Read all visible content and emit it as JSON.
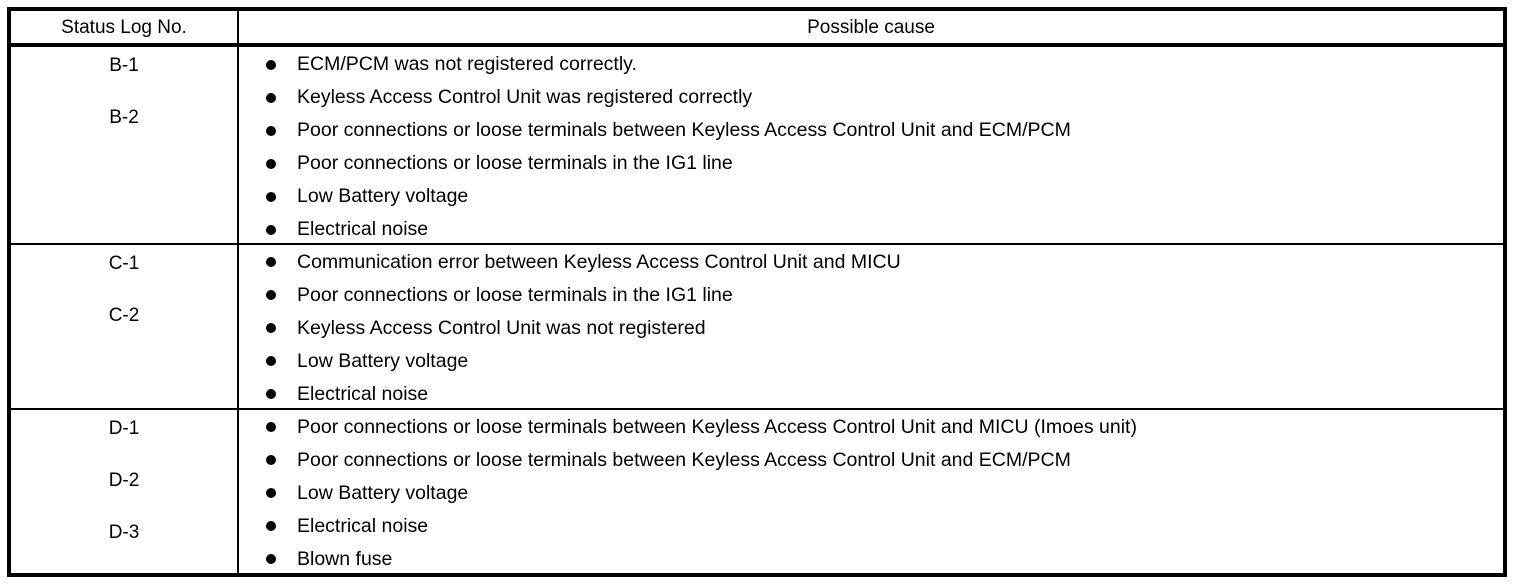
{
  "colors": {
    "border": "#000000",
    "text": "#000000",
    "background": "#ffffff"
  },
  "table": {
    "headers": {
      "status": "Status Log No.",
      "cause": "Possible cause"
    },
    "rows": [
      {
        "codes": [
          "B-1",
          "B-2"
        ],
        "causes": [
          "ECM/PCM was not registered correctly.",
          "Keyless Access Control Unit was registered correctly",
          "Poor connections or loose terminals between Keyless Access Control Unit and ECM/PCM",
          "Poor connections or loose terminals in the IG1 line",
          "Low Battery voltage",
          "Electrical noise"
        ]
      },
      {
        "codes": [
          "C-1",
          "C-2"
        ],
        "causes": [
          "Communication error between Keyless Access Control Unit and MICU",
          "Poor connections or loose terminals in the IG1 line",
          "Keyless Access Control Unit was not registered",
          "Low Battery voltage",
          "Electrical noise"
        ]
      },
      {
        "codes": [
          "D-1",
          "D-2",
          "D-3"
        ],
        "causes": [
          "Poor connections or loose terminals between Keyless Access Control Unit and MICU (Imoes unit)",
          "Poor connections or loose terminals between Keyless Access Control Unit and ECM/PCM",
          "Low Battery voltage",
          "Electrical noise",
          "Blown fuse"
        ]
      }
    ]
  }
}
